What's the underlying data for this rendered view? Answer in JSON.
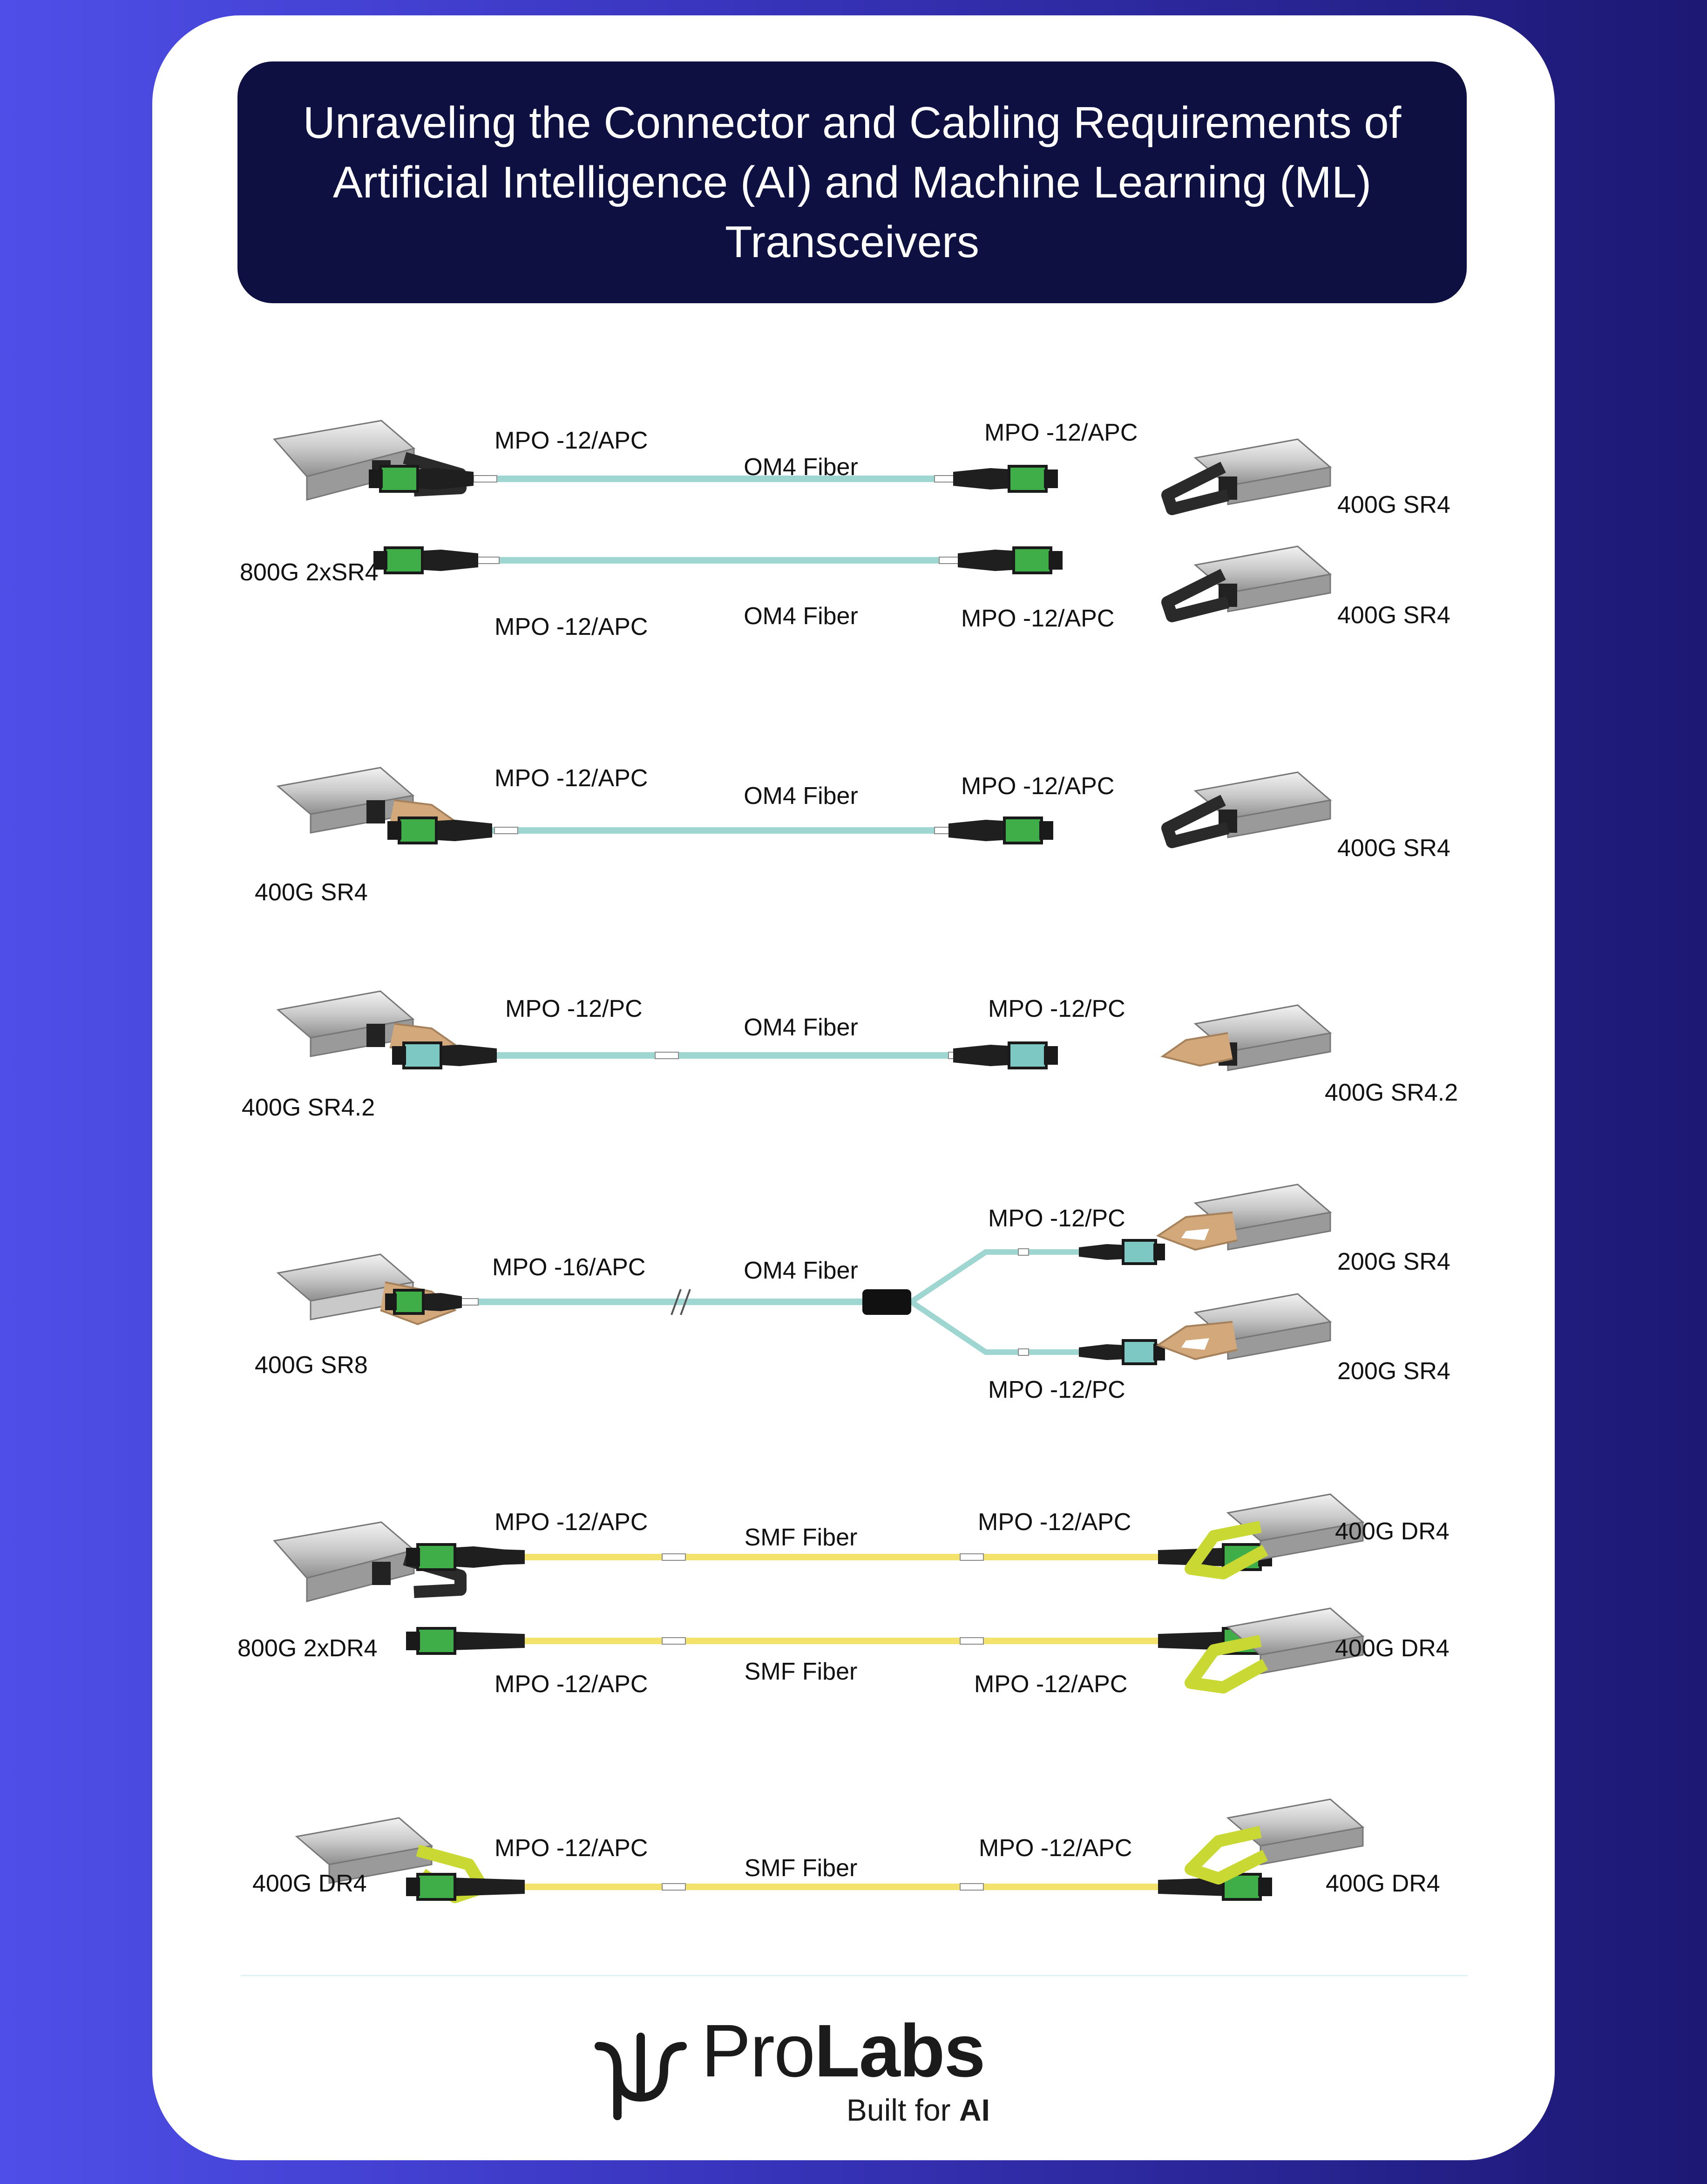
{
  "title": "Unraveling the Connector and Cabling Requirements of Artificial Intelligence (AI) and Machine Learning (ML) Transceivers",
  "colors": {
    "background_left": "#4f4fe8",
    "background_right": "#1c1873",
    "banner": "#0e1042",
    "om4_fiber": "#9fd6d2",
    "smf_fiber": "#f3e36c",
    "mpo_apc_boot": "#3fae49",
    "mpo_pc_boot": "#7ec8c4",
    "pull_tab_beige": "#d3a87a",
    "pull_tab_yellow": "#c9d832",
    "pull_tab_black": "#2a2a2a"
  },
  "rows": [
    {
      "left_module": "800G 2xSR4",
      "links": [
        {
          "left_connector": "MPO -12/APC",
          "fiber": "OM4 Fiber",
          "right_connector": "MPO -12/APC",
          "right_module": "400G SR4"
        },
        {
          "left_connector": "MPO -12/APC",
          "fiber": "OM4 Fiber",
          "right_connector": "MPO -12/APC",
          "right_module": "400G SR4"
        }
      ]
    },
    {
      "left_module": "400G SR4",
      "links": [
        {
          "left_connector": "MPO -12/APC",
          "fiber": "OM4 Fiber",
          "right_connector": "MPO -12/APC",
          "right_module": "400G SR4"
        }
      ]
    },
    {
      "left_module": "400G SR4.2",
      "links": [
        {
          "left_connector": "MPO -12/PC",
          "fiber": "OM4 Fiber",
          "right_connector": "MPO -12/PC",
          "right_module": "400G SR4.2"
        }
      ]
    },
    {
      "left_module": "400G SR8",
      "left_connector": "MPO -16/APC",
      "fiber": "OM4 Fiber",
      "links": [
        {
          "right_connector": "MPO -12/PC",
          "right_module": "200G SR4"
        },
        {
          "right_connector": "MPO -12/PC",
          "right_module": "200G SR4"
        }
      ]
    },
    {
      "left_module": "800G 2xDR4",
      "links": [
        {
          "left_connector": "MPO -12/APC",
          "fiber": "SMF Fiber",
          "right_connector": "MPO -12/APC",
          "right_module": "400G DR4"
        },
        {
          "left_connector": "MPO -12/APC",
          "fiber": "SMF Fiber",
          "right_connector": "MPO -12/APC",
          "right_module": "400G DR4"
        }
      ]
    },
    {
      "left_module": "400G DR4",
      "links": [
        {
          "left_connector": "MPO -12/APC",
          "fiber": "SMF Fiber",
          "right_connector": "MPO -12/APC",
          "right_module": "400G DR4"
        }
      ]
    }
  ],
  "brand": {
    "name_light": "Pro",
    "name_bold": "Labs",
    "tagline_light": "Built for ",
    "tagline_bold": "AI"
  }
}
